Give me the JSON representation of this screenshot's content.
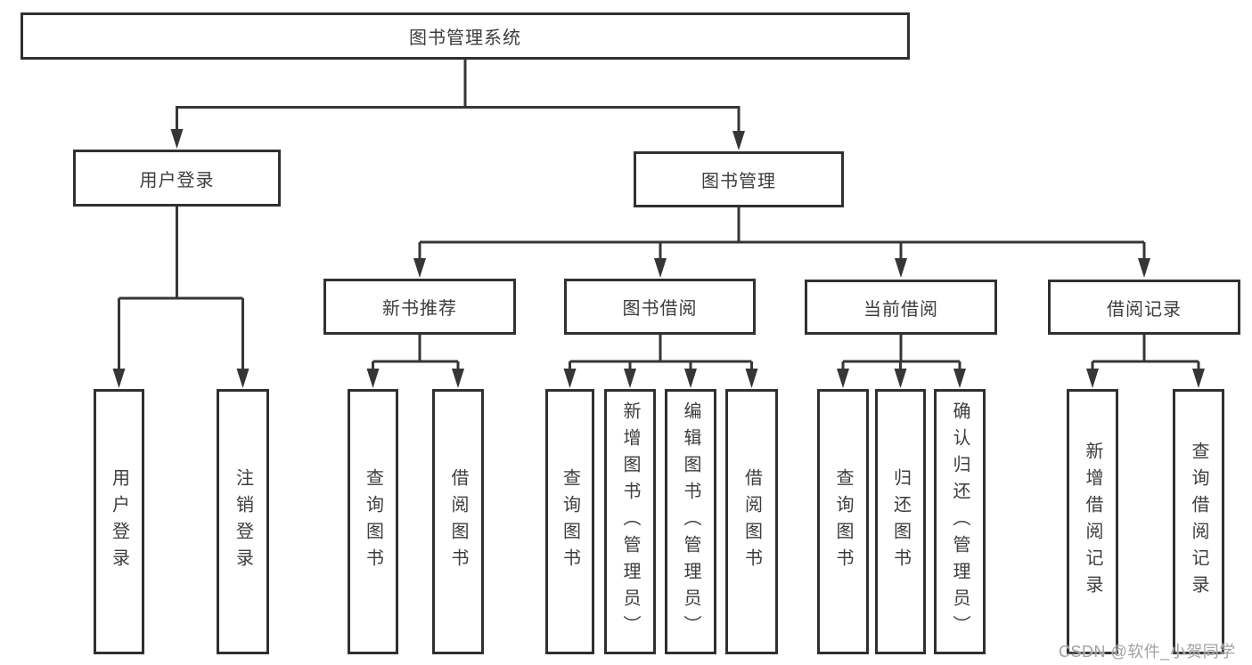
{
  "watermark": "CSDN @软件_小贺同学",
  "colors": {
    "line": "#363636",
    "box_border": "#303030",
    "box_fill": "#ffffff",
    "text": "#3d3d3d",
    "watermark_text": "#a2a2a2",
    "background": "#ffffff"
  },
  "root": {
    "label": "图书管理系统",
    "children": [
      {
        "label": "用户登录",
        "children": [
          {
            "label": "用户登录"
          },
          {
            "label": "注销登录"
          }
        ]
      },
      {
        "label": "图书管理",
        "children": [
          {
            "label": "新书推荐",
            "children": [
              {
                "label": "查询图书"
              },
              {
                "label": "借阅图书"
              }
            ]
          },
          {
            "label": "图书借阅",
            "children": [
              {
                "label": "查询图书"
              },
              {
                "label": "新增图书（管理员）"
              },
              {
                "label": "编辑图书（管理员）"
              },
              {
                "label": "借阅图书"
              }
            ]
          },
          {
            "label": "当前借阅",
            "children": [
              {
                "label": "查询图书"
              },
              {
                "label": "归还图书"
              },
              {
                "label": "确认归还（管理员）"
              }
            ]
          },
          {
            "label": "借阅记录",
            "children": [
              {
                "label": "新增借阅记录"
              },
              {
                "label": "查询借阅记录"
              }
            ]
          }
        ]
      }
    ]
  }
}
